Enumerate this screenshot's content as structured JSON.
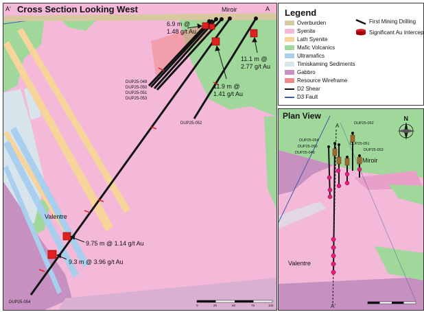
{
  "section": {
    "title": "Cross Section Looking West",
    "label_a_prime": "A'",
    "label_a": "A",
    "place_miroir": "Miroir",
    "place_valentre": "Valentre",
    "annotations": [
      "6.9 m @\n1.48 g/t Au",
      "11.1 m @\n2.77 g/t Au",
      "11.9 m @\n1.41 g/t Au",
      "9.75 m @ 1.14 g/t Au",
      "9.3 m @ 3.96 g/t Au"
    ],
    "holes": [
      "DUP25-049",
      "DUP25-050",
      "DUP25-051",
      "DUP25-053",
      "DUP25-052",
      "DUP25-054"
    ],
    "scale_ticks": [
      "0",
      "25",
      "50",
      "75",
      "100"
    ]
  },
  "legend": {
    "title": "Legend",
    "units": [
      {
        "label": "Overburden",
        "color": "#d8c8a0"
      },
      {
        "label": "Syenite",
        "color": "#f4b8d8"
      },
      {
        "label": "Lath Syenite",
        "color": "#f6d49a"
      },
      {
        "label": "Mafic Volcanics",
        "color": "#9fd89a"
      },
      {
        "label": "Ultramafics",
        "color": "#a8cfee"
      },
      {
        "label": "Timiskaming Sediments",
        "color": "#d8e4ec"
      },
      {
        "label": "Gabbro",
        "color": "#c690c0"
      },
      {
        "label": "Resource Wireframe",
        "color": "#f08a8a"
      }
    ],
    "lines": [
      {
        "label": "D2 Shear",
        "color": "#111111"
      },
      {
        "label": "D3 Fault",
        "color": "#3c5aa8"
      }
    ],
    "drilling_label": "First Mining Drilling",
    "intercept_label": "Significant Au Intercept"
  },
  "plan": {
    "title": "Plan View",
    "label_a": "A",
    "label_a_prime": "A'",
    "north": "N",
    "place_miroir": "Miroir",
    "place_valentre": "Valentre",
    "holes": [
      "DUP25-052",
      "DUP25-054",
      "DUP25-050",
      "DUP25-049",
      "DUP25-051",
      "DUP25-053"
    ]
  }
}
